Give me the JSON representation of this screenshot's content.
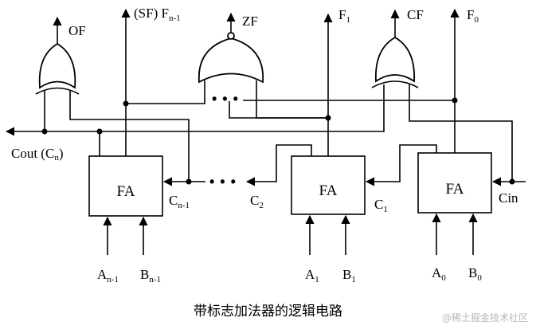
{
  "labels": {
    "of": "OF",
    "sf_prefix": "(SF) F",
    "sf_sub": "n-1",
    "zf": "ZF",
    "f1_main": "F",
    "f1_sub": "1",
    "cf": "CF",
    "f0_main": "F",
    "f0_sub": "0",
    "cout_main": "Cout (C",
    "cout_sub": "n",
    "cout_close": ")",
    "cn1_main": "C",
    "cn1_sub": "n-1",
    "c2_main": "C",
    "c2_sub": "2",
    "c1_main": "C",
    "c1_sub": "1",
    "cin": "Cin",
    "an1_main": "A",
    "an1_sub": "n-1",
    "bn1_main": "B",
    "bn1_sub": "n-1",
    "a1_main": "A",
    "a1_sub": "1",
    "b1_main": "B",
    "b1_sub": "1",
    "a0_main": "A",
    "a0_sub": "0",
    "b0_main": "B",
    "b0_sub": "0",
    "fa_left": "FA",
    "fa_mid": "FA",
    "fa_right": "FA",
    "ellipsis_top": "• • •",
    "ellipsis_mid": "• • •"
  },
  "caption": "带标志加法器的逻辑电路",
  "watermark": "@稀土掘金技术社区"
}
